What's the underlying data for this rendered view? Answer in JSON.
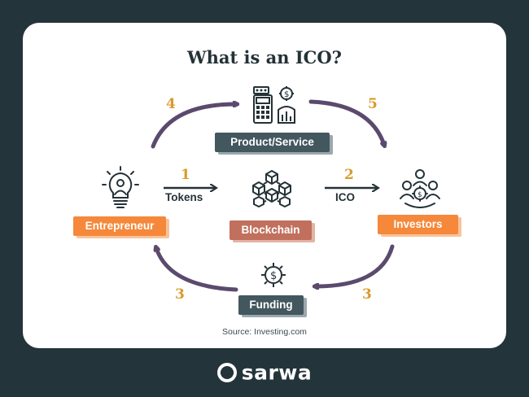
{
  "title": "What is an ICO?",
  "nodes": {
    "entrepreneur": "Entrepreneur",
    "product": "Product/Service",
    "blockchain": "Blockchain",
    "investors": "Investors",
    "funding": "Funding"
  },
  "flows": {
    "step1_num": "1",
    "step1_label": "Tokens",
    "step2_num": "2",
    "step2_label": "ICO",
    "step3_left_num": "3",
    "step3_right_num": "3",
    "step4_num": "4",
    "step5_num": "5"
  },
  "source": "Source: Investing.com",
  "brand": "sarwa",
  "colors": {
    "background": "#23343a",
    "orange": "#f5883a",
    "slate": "#43575f",
    "rust": "#c0705d",
    "arrow": "#5b4a6e",
    "number": "#d99a2b"
  },
  "icons": [
    "lightbulb-person-icon",
    "calculator-price-icon",
    "blockchain-cubes-icon",
    "investors-group-icon",
    "dollar-gear-icon",
    "sarwa-logo-icon"
  ]
}
